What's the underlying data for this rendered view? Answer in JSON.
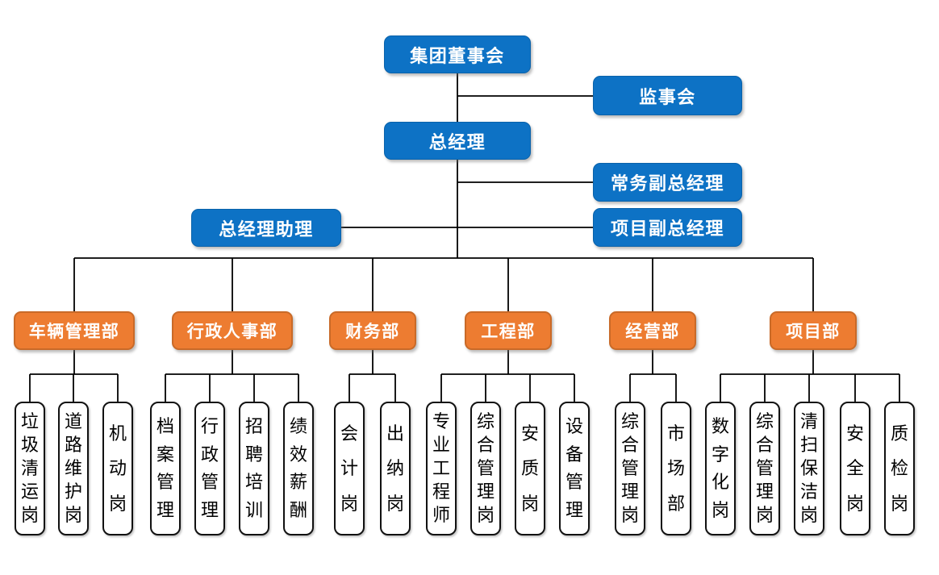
{
  "palette": {
    "executive_fill": "#0d72c5",
    "department_fill": "#ed7c31",
    "department_border": "#c96a28",
    "position_fill": "#ffffff",
    "position_border": "#111111",
    "connector": "#000000",
    "text_on_fill": "#ffffff",
    "position_text": "#000000"
  },
  "executives": [
    {
      "label": "集团董事会"
    },
    {
      "label": "监事会"
    },
    {
      "label": "总经理"
    },
    {
      "label": "常务副总经理"
    },
    {
      "label": "总经理助理"
    },
    {
      "label": "项目副总经理"
    }
  ],
  "departments": [
    {
      "label": "车辆管理部",
      "positions": [
        "垃圾清运岗",
        "道路维护岗",
        "机动岗"
      ]
    },
    {
      "label": "行政人事部",
      "positions": [
        "档案管理",
        "行政管理",
        "招聘培训",
        "绩效薪酬"
      ]
    },
    {
      "label": "财务部",
      "positions": [
        "会计岗",
        "出纳岗"
      ]
    },
    {
      "label": "工程部",
      "positions": [
        "专业工程师",
        "综合管理岗",
        "安质岗",
        "设备管理"
      ]
    },
    {
      "label": "经营部",
      "positions": [
        "综合管理岗",
        "市场部"
      ]
    },
    {
      "label": "项目部",
      "positions": [
        "数字化岗",
        "综合管理岗",
        "清扫保洁岗",
        "安全岗",
        "质检岗"
      ]
    }
  ]
}
